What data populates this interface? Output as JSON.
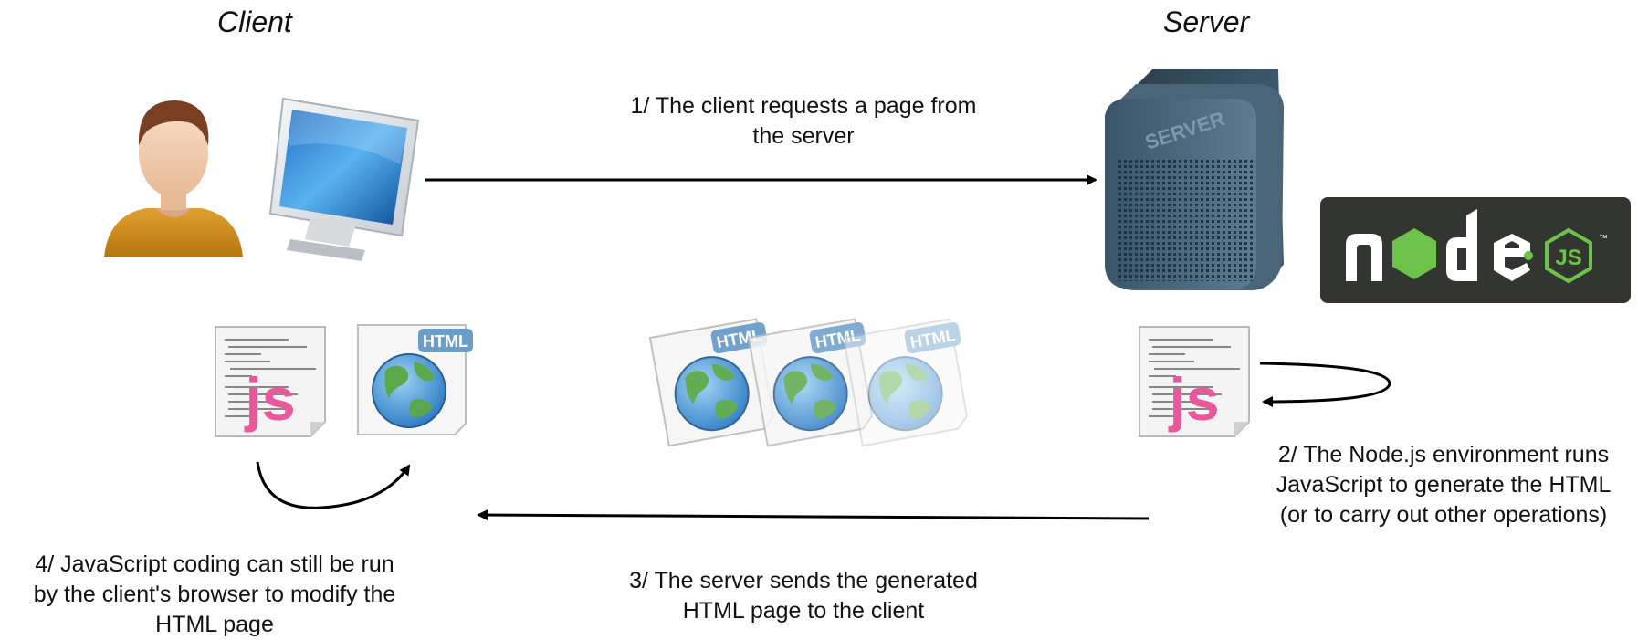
{
  "headings": {
    "client": "Client",
    "server": "Server"
  },
  "steps": {
    "s1_line1": "1/ The client requests a page from",
    "s1_line2": "the server",
    "s2_line1": "2/ The Node.js environment runs",
    "s2_line2": "JavaScript to generate the HTML",
    "s2_line3": "(or to carry out other operations)",
    "s3_line1": "3/ The server sends the generated",
    "s3_line2": "HTML page to the client",
    "s4_line1": "4/ JavaScript coding can still be run",
    "s4_line2": "by the client's browser to modify the",
    "s4_line3": "HTML page"
  },
  "labels": {
    "server_box": "SERVER",
    "js": "js",
    "html": "HTML"
  },
  "icons": [
    "user-icon",
    "monitor-icon",
    "server-icon",
    "nodejs-logo",
    "js-file-icon",
    "html-file-icon"
  ],
  "colors": {
    "arrow": "#000000",
    "js_pink": "#e8589b",
    "html_badge": "#6a9ec9",
    "node_green": "#6cc24a",
    "node_bg": "#333630"
  }
}
